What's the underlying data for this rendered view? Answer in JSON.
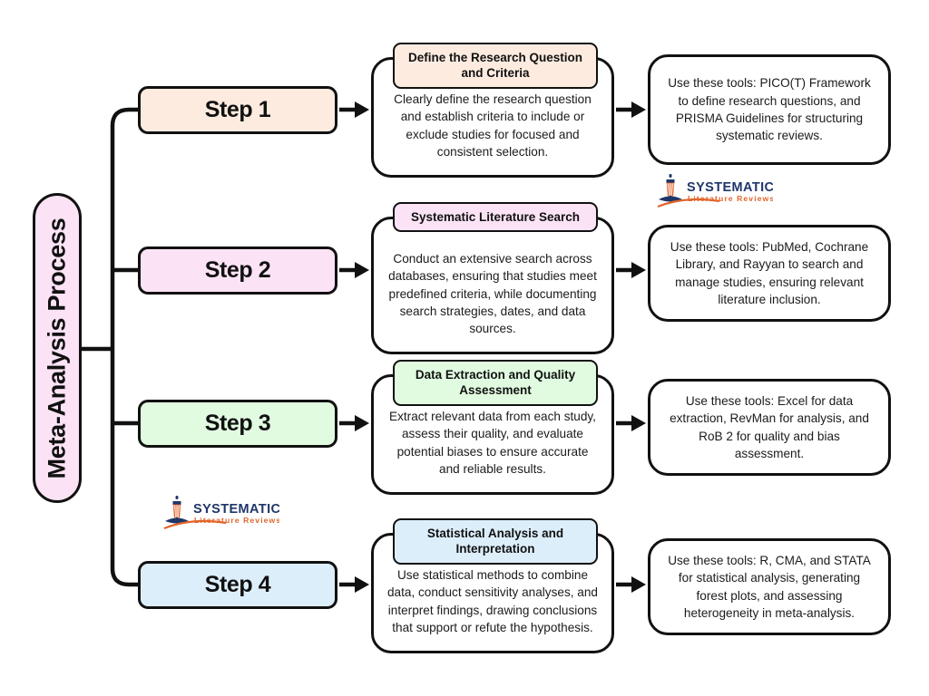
{
  "title": {
    "text": "Meta-Analysis Process",
    "fill": "#FBE3F5"
  },
  "steps": [
    {
      "label": "Step 1",
      "fill": "#FDEBE0",
      "header": "Define the Research Question and Criteria",
      "body": "Clearly define the research question and establish criteria to include or exclude studies for focused and consistent selection.",
      "tools": "Use these tools: PICO(T) Framework to define research questions, and PRISMA Guidelines for structuring systematic reviews."
    },
    {
      "label": "Step 2",
      "fill": "#FBE3F5",
      "header": "Systematic Literature Search",
      "body": "Conduct an extensive search across databases, ensuring that studies meet predefined criteria, while documenting search strategies, dates, and data sources.",
      "tools": "Use these tools: PubMed, Cochrane Library, and Rayyan to search and manage studies, ensuring relevant literature inclusion."
    },
    {
      "label": "Step 3",
      "fill": "#E1FBE1",
      "header": "Data Extraction and Quality Assessment",
      "body": "Extract relevant data from each study, assess their quality, and evaluate potential biases to ensure accurate and reliable results.",
      "tools": "Use these tools: Excel for data extraction, RevMan for analysis, and RoB 2 for quality and bias assessment."
    },
    {
      "label": "Step 4",
      "fill": "#DDEEFB",
      "header": "Statistical Analysis and Interpretation",
      "body": "Use statistical methods to combine data, conduct sensitivity analyses, and interpret findings, drawing conclusions that support or refute the hypothesis.",
      "tools": "Use these tools: R, CMA, and STATA for statistical analysis, generating forest plots, and assessing heterogeneity in meta-analysis."
    }
  ],
  "logo": {
    "primary_text": "SYSTEMATIC",
    "secondary_text": "Literature Reviews",
    "primary_color": "#1F3669",
    "secondary_color": "#E2642A"
  },
  "colors": {
    "stroke": "#111111",
    "background": "#ffffff"
  }
}
